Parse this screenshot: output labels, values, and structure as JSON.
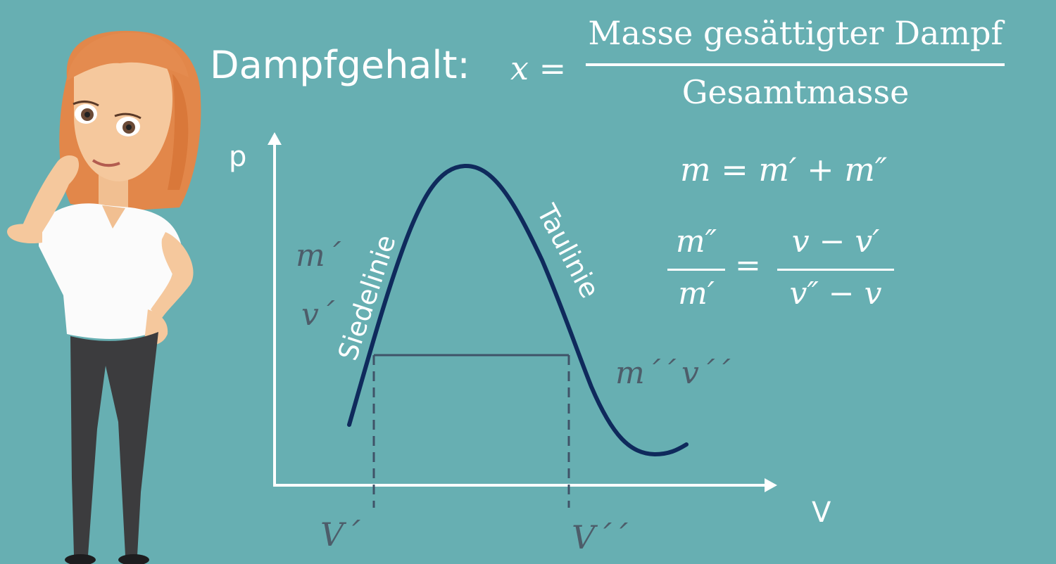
{
  "title": "Dampfgehalt:",
  "definition": {
    "lhs": "x =",
    "numerator": "Masse gesättigter Dampf",
    "denominator": "Gesamtmasse"
  },
  "mass_equation": "m = m′ + m″",
  "ratio": {
    "left_numerator": "m″",
    "left_denominator": "m′",
    "equals": "=",
    "right_numerator": "v − v′",
    "right_denominator": "v″ − v"
  },
  "diagram": {
    "y_axis_label": "p",
    "x_axis_label": "V",
    "curve_left_label": "Siedelinie",
    "curve_right_label": "Taulinie",
    "left_state_mass": "m´",
    "left_state_volume": "v´",
    "right_state_mass": "m´´",
    "right_state_volume": "v´´",
    "x_tick_left": "V´",
    "x_tick_right": "V´´",
    "curve_color": "#0f2a5c",
    "axis_color": "#ffffff",
    "tie_line_color": "#3f5368"
  }
}
